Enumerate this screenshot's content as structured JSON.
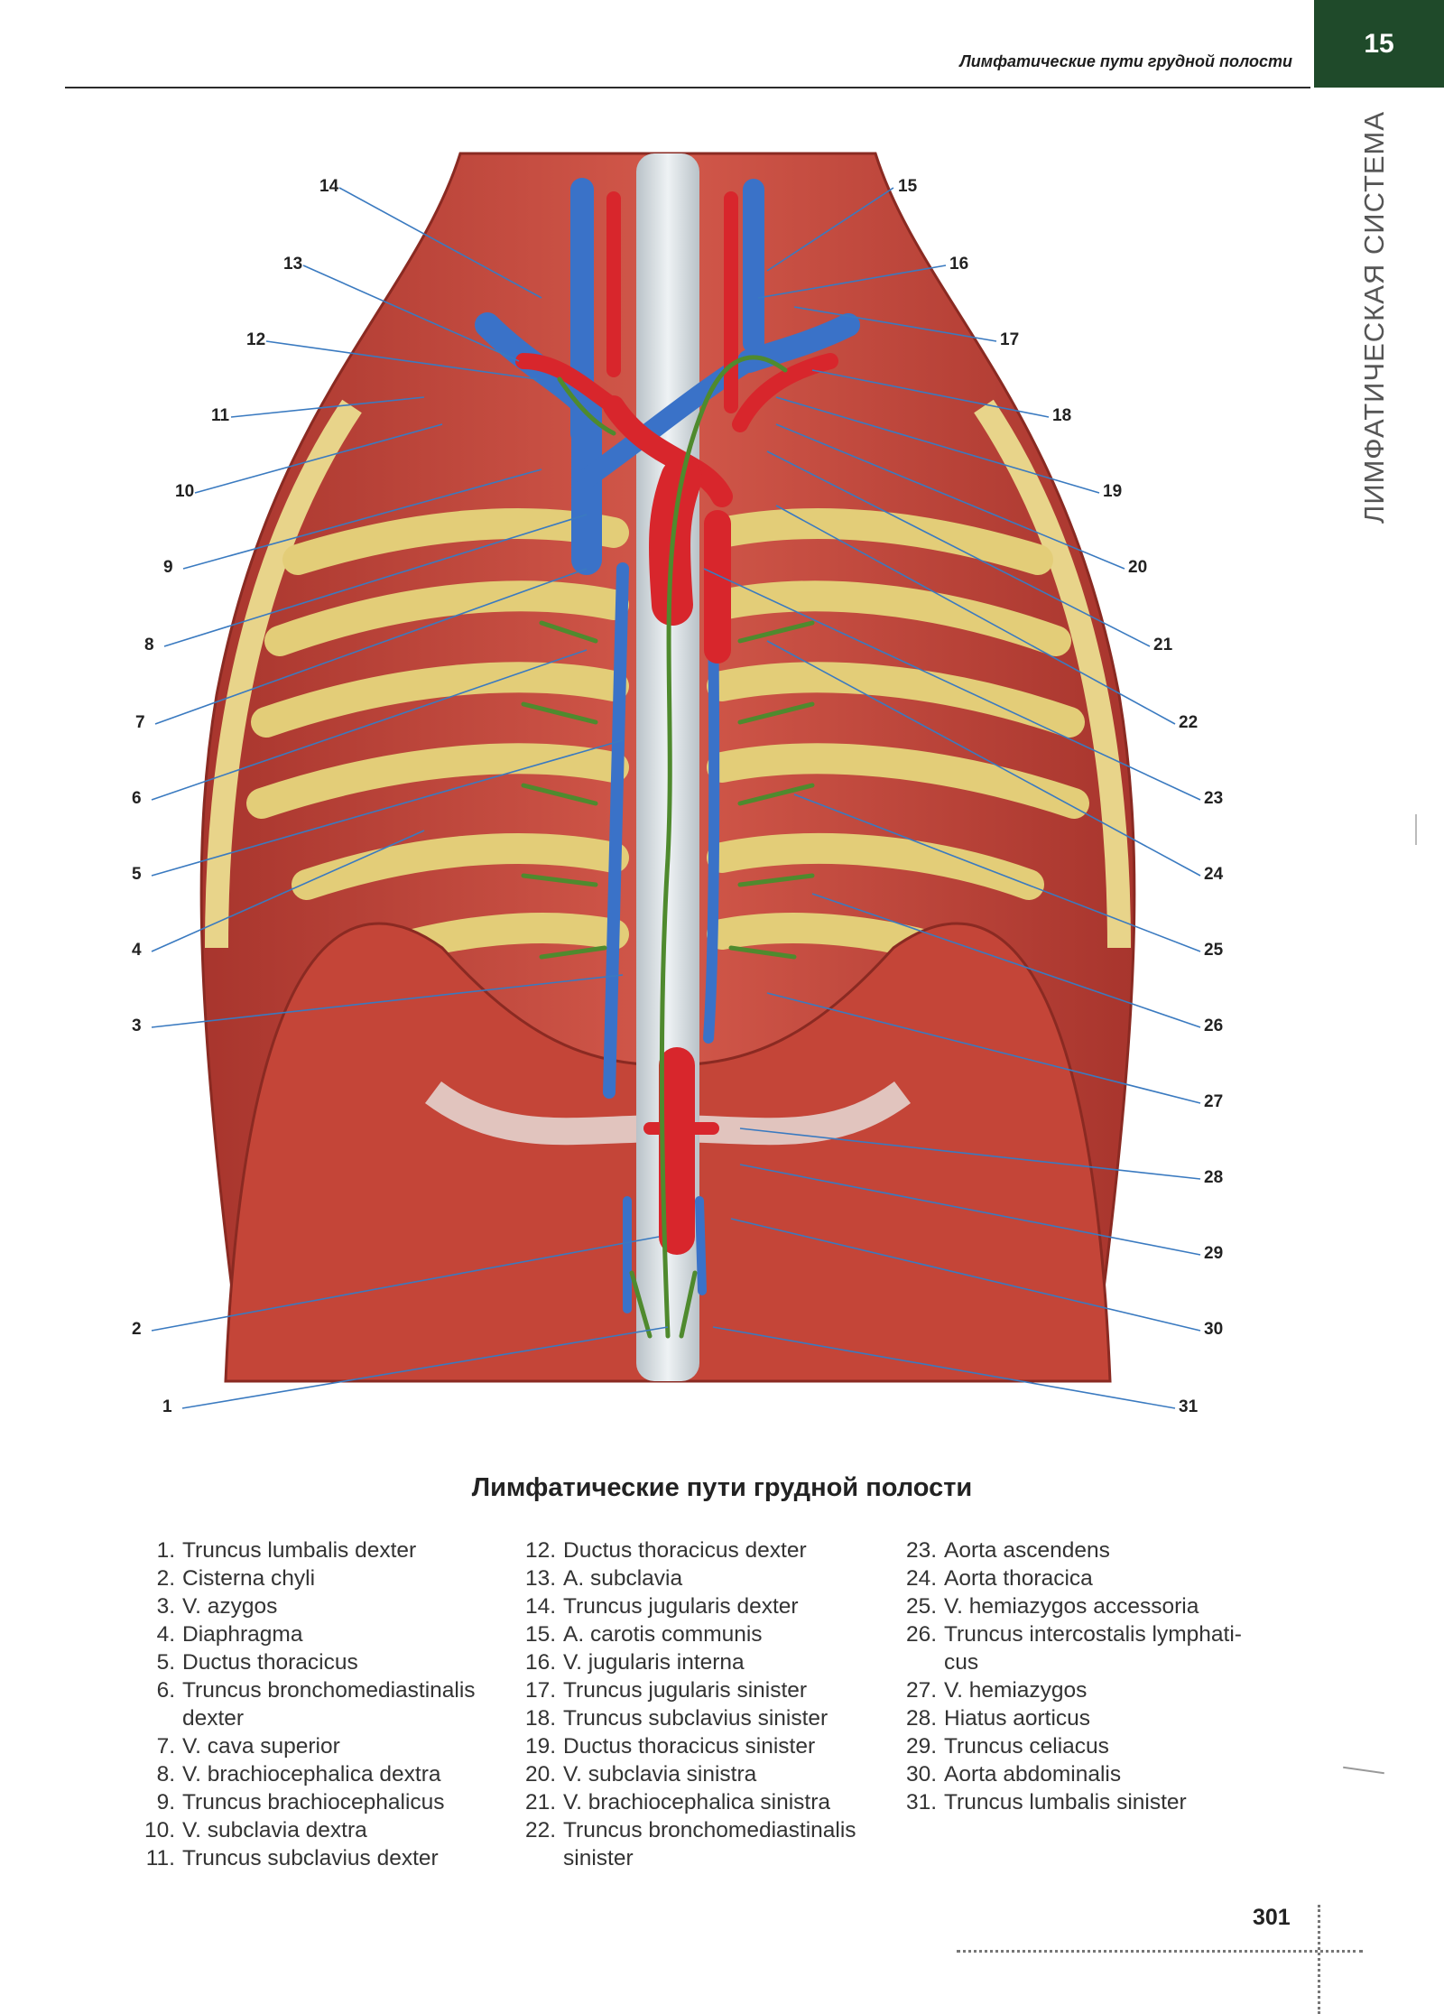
{
  "header": {
    "running_title": "Лимфатические пути грудной полости",
    "chapter_number": "15",
    "section_label": "ЛИМФАТИЧЕСКАЯ СИСТЕМА"
  },
  "figure": {
    "labels_left": [
      "14",
      "13",
      "12",
      "11",
      "10",
      "9",
      "8",
      "7",
      "6",
      "5",
      "4",
      "3",
      "2",
      "1"
    ],
    "labels_right": [
      "15",
      "16",
      "17",
      "18",
      "19",
      "20",
      "21",
      "22",
      "23",
      "24",
      "25",
      "26",
      "27",
      "28",
      "29",
      "30",
      "31"
    ]
  },
  "caption": "Лимфатические пути грудной полости",
  "legend": {
    "col1": [
      {
        "n": "1.",
        "t": "Truncus lumbalis dexter"
      },
      {
        "n": "2.",
        "t": "Cisterna chyli"
      },
      {
        "n": "3.",
        "t": "V. azygos"
      },
      {
        "n": "4.",
        "t": "Diaphragma"
      },
      {
        "n": "5.",
        "t": "Ductus thoracicus"
      },
      {
        "n": "6.",
        "t": "Truncus bronchomediastinalis dexter"
      },
      {
        "n": "7.",
        "t": "V. cava superior"
      },
      {
        "n": "8.",
        "t": "V. brachiocephalica dextra"
      },
      {
        "n": "9.",
        "t": "Truncus brachiocephalicus"
      },
      {
        "n": "10.",
        "t": "V. subclavia dextra"
      },
      {
        "n": "11.",
        "t": "Truncus subclavius dexter"
      }
    ],
    "col2": [
      {
        "n": "12.",
        "t": "Ductus thoracicus dexter"
      },
      {
        "n": "13.",
        "t": "A. subclavia"
      },
      {
        "n": "14.",
        "t": "Truncus jugularis dexter"
      },
      {
        "n": "15.",
        "t": "A. carotis communis"
      },
      {
        "n": "16.",
        "t": "V. jugularis interna"
      },
      {
        "n": "17.",
        "t": "Truncus jugularis sinister"
      },
      {
        "n": "18.",
        "t": "Truncus subclavius sinister"
      },
      {
        "n": "19.",
        "t": "Ductus thoracicus sinister"
      },
      {
        "n": "20.",
        "t": "V. subclavia sinistra"
      },
      {
        "n": "21.",
        "t": "V. brachiocephalica sinistra"
      },
      {
        "n": "22.",
        "t": "Truncus bronchomediastinalis sinister"
      }
    ],
    "col3": [
      {
        "n": "23.",
        "t": "Aorta ascendens"
      },
      {
        "n": "24.",
        "t": "Aorta thoracica"
      },
      {
        "n": "25.",
        "t": "V. hemiazygos accessoria"
      },
      {
        "n": "26.",
        "t": "Truncus intercostalis lymphati-cus"
      },
      {
        "n": "27.",
        "t": "V. hemiazygos"
      },
      {
        "n": "28.",
        "t": "Hiatus aorticus"
      },
      {
        "n": "29.",
        "t": "Truncus celiacus"
      },
      {
        "n": "30.",
        "t": "Aorta abdominalis"
      },
      {
        "n": "31.",
        "t": "Truncus lumbalis sinister"
      }
    ]
  },
  "page_number": "301",
  "colors": {
    "muscle": "#c8453a",
    "bone": "#e8d48a",
    "vein": "#3a72c8",
    "artery": "#d8262c",
    "lymph": "#4f8a2e",
    "tab": "#1f4a2a"
  }
}
